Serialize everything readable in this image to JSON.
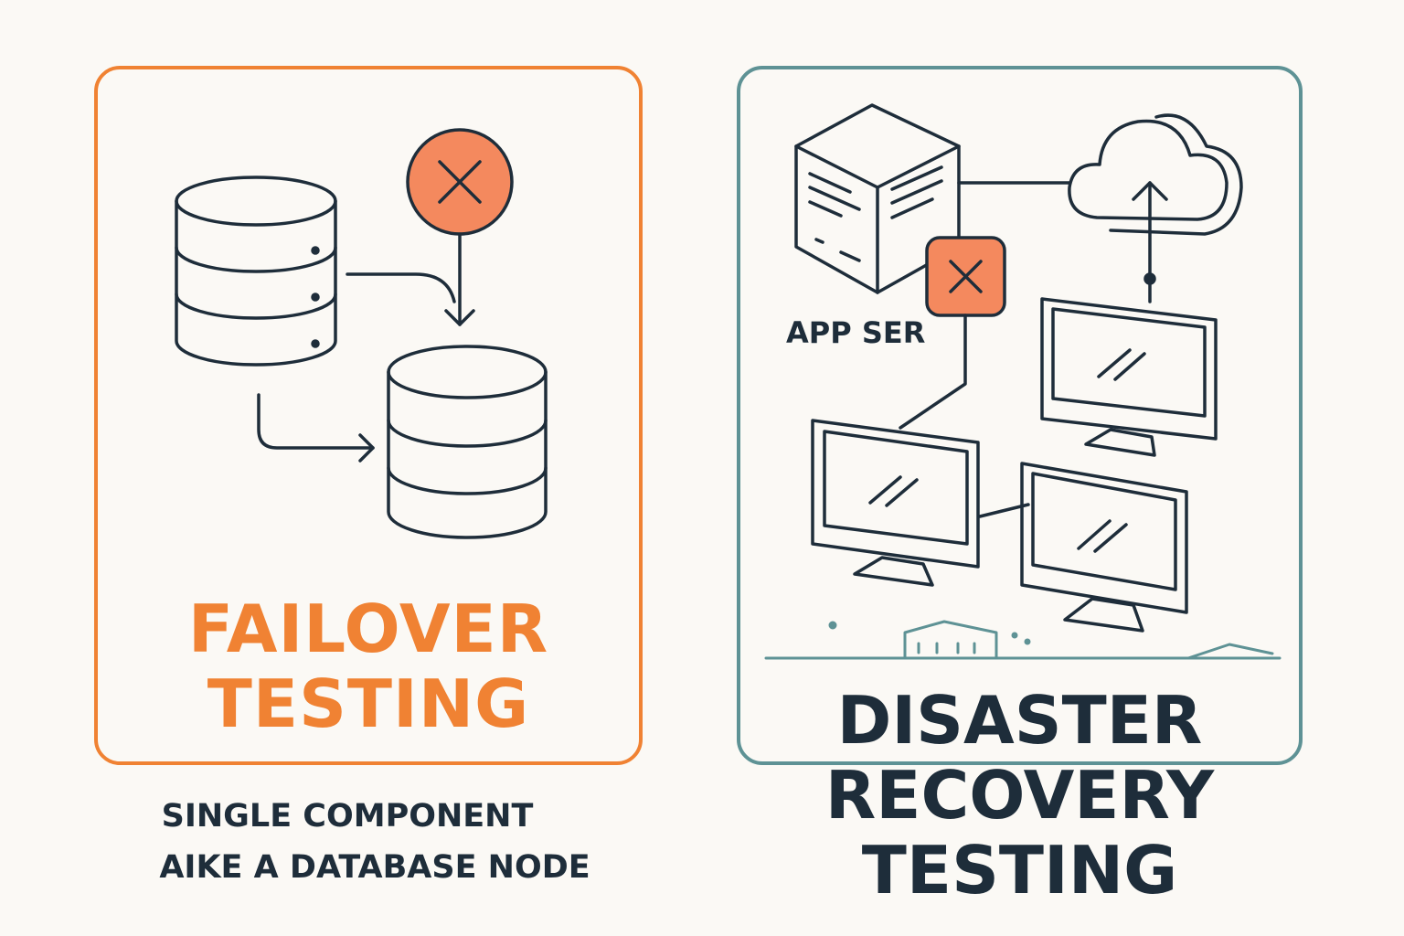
{
  "failover": {
    "title_line1": "FAILOVER",
    "title_line2": "TESTING",
    "caption_line1": "SINGLE COMPONENT",
    "caption_line2": "AIKE A DATABASE NODE",
    "accent_color": "#f08233",
    "icons": [
      "primary-database-icon",
      "failed-node-icon",
      "failover-database-icon"
    ]
  },
  "disaster_recovery": {
    "title_line1": "DISASTER",
    "title_line2": "RECOVERY",
    "title_line3": "TESTING",
    "app_server_label": "APP SER",
    "accent_color": "#5e9295",
    "icons": [
      "app-server-icon",
      "cloud-upload-icon",
      "failed-link-icon",
      "monitor-icon",
      "building-icon"
    ]
  },
  "colors": {
    "ink": "#1e2d3a",
    "error_fill": "#f4895e",
    "background": "#fbf9f5"
  }
}
